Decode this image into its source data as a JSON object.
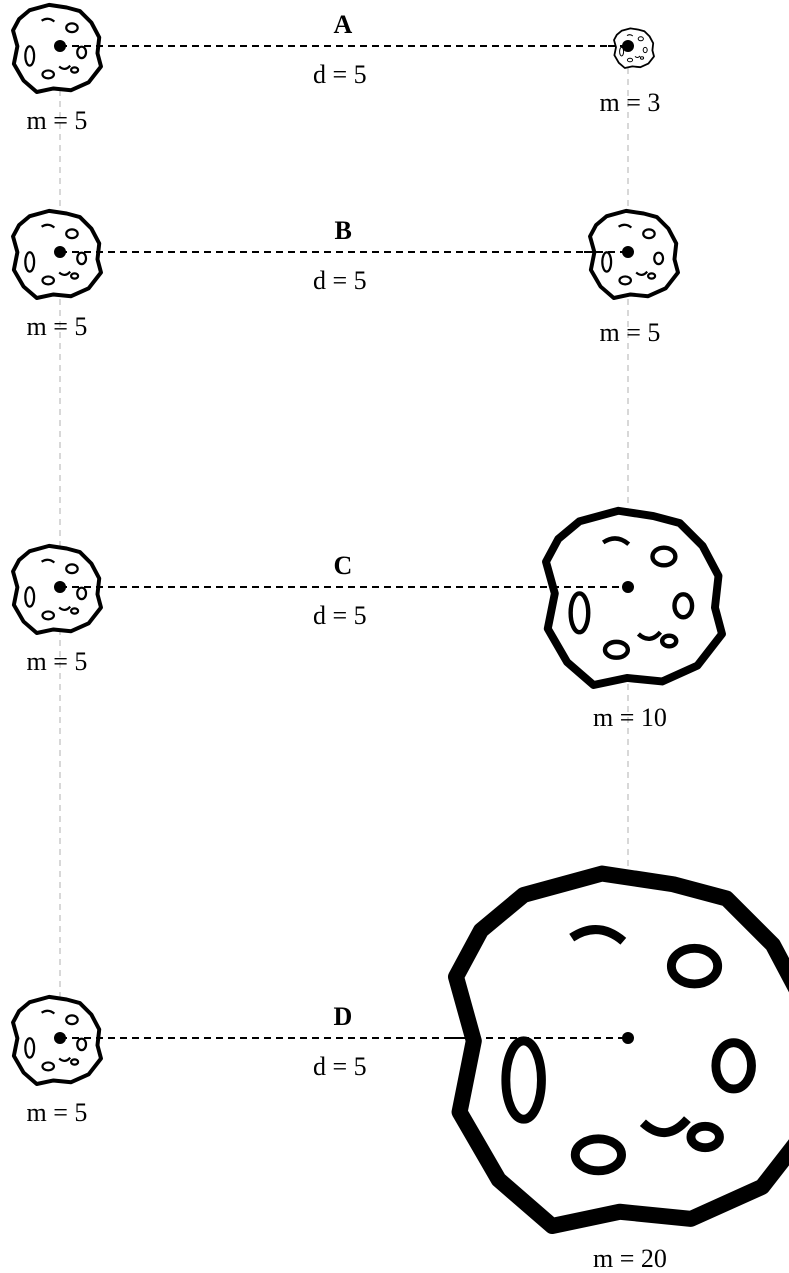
{
  "rows": [
    {
      "letter": "A",
      "distance_label": "d = 5",
      "left_mass_label": "m = 5",
      "right_mass_label": "m = 3",
      "left_mass": 5,
      "right_mass": 3,
      "distance": 5
    },
    {
      "letter": "B",
      "distance_label": "d = 5",
      "left_mass_label": "m = 5",
      "right_mass_label": "m = 5",
      "left_mass": 5,
      "right_mass": 5,
      "distance": 5
    },
    {
      "letter": "C",
      "distance_label": "d = 5",
      "left_mass_label": "m = 5",
      "right_mass_label": "m = 10",
      "left_mass": 5,
      "right_mass": 10,
      "distance": 5
    },
    {
      "letter": "D",
      "distance_label": "d = 5",
      "left_mass_label": "m = 5",
      "right_mass_label": "m = 20",
      "left_mass": 5,
      "right_mass": 20,
      "distance": 5
    }
  ],
  "icons": {
    "body": "asteroid-icon",
    "center": "center-of-mass-dot"
  },
  "colors": {
    "ink": "#000000",
    "guide": "#cccccc",
    "fill": "#ffffff"
  }
}
